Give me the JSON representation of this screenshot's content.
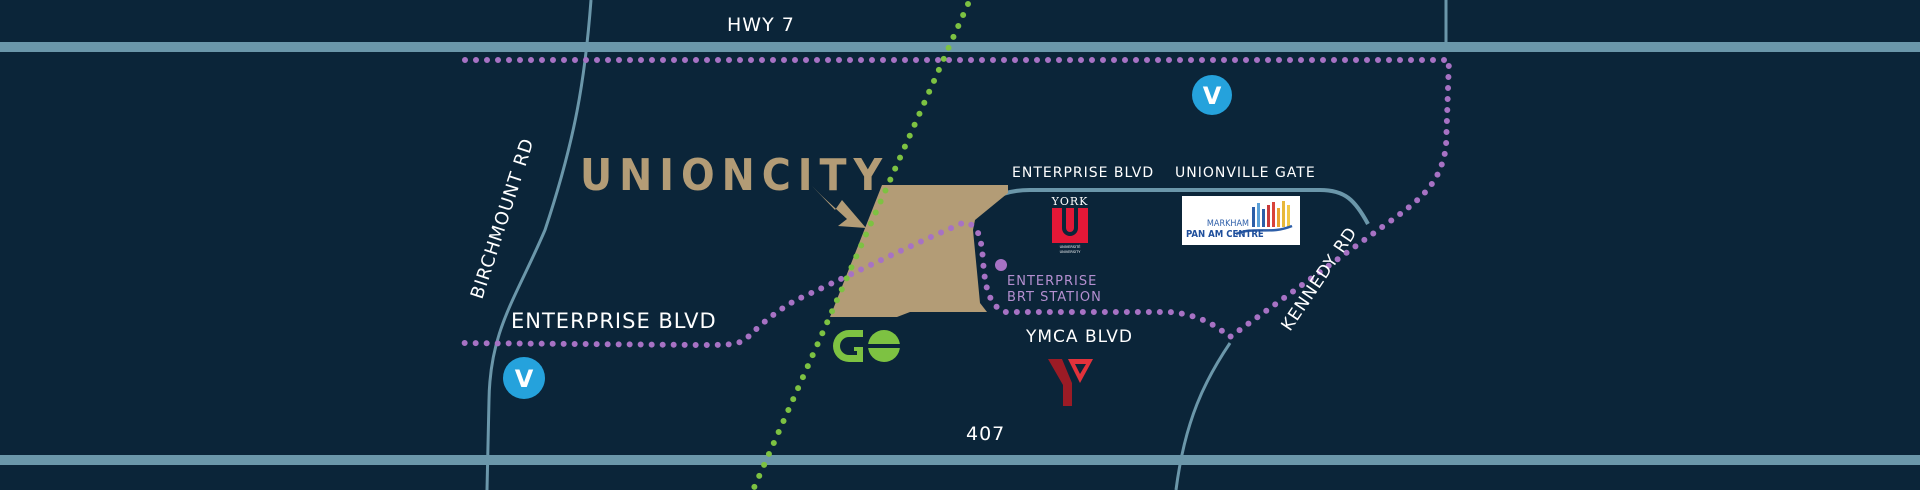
{
  "colors": {
    "background": "#0b2539",
    "road": "#6b97aa",
    "transit_purple": "#a772c4",
    "go_green": "#7dc242",
    "site_tan": "#b39c76",
    "label": "#ffffff",
    "brt_label": "#b48fd0",
    "viva_blue": "#25a2dc"
  },
  "map": {
    "brand": "UNIONCITY",
    "roads": {
      "hwy7": "HWY 7",
      "hwy407": "407",
      "birchmount": "BIRCHMOUNT RD",
      "kennedy": "KENNEDY RD",
      "enterprise_west": "ENTERPRISE BLVD",
      "enterprise_east": "ENTERPRISE BLVD",
      "unionville_gate": "UNIONVILLE GATE",
      "ymca": "YMCA BLVD"
    },
    "station": {
      "line1": "ENTERPRISE",
      "line2": "BRT STATION"
    },
    "landmarks": {
      "york": {
        "top": "YORK",
        "sub1": "UNIVERSITÉ",
        "sub2": "UNIVERSITY"
      },
      "panam": {
        "line1": "MARKHAM",
        "line2": "PAN AM CENTRE"
      },
      "viva_glyph": "V"
    }
  }
}
